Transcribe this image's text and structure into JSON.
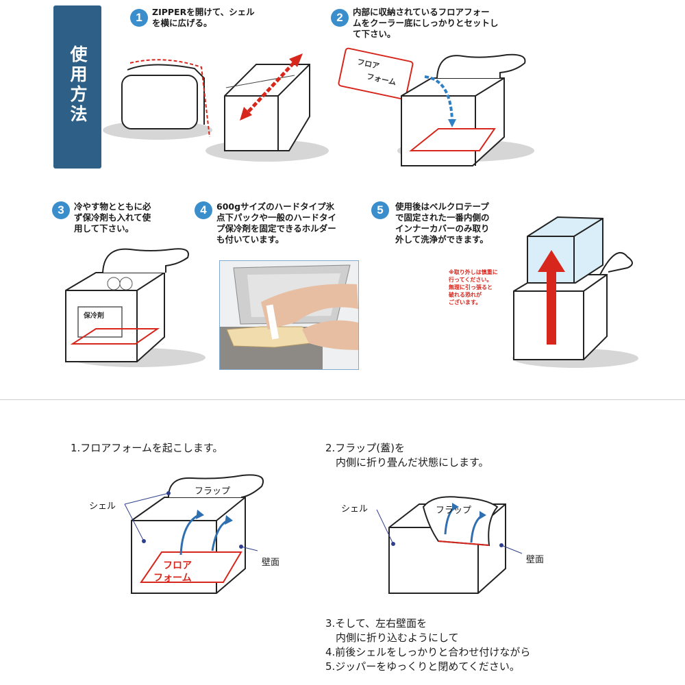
{
  "title": "使用方法",
  "steps": [
    {
      "num": "1",
      "text": "ZIPPERを開けて、シェル\nを横に広げる。"
    },
    {
      "num": "2",
      "text": "内部に収納されているフロアフォー\nムをクーラー底にしっかりとセットし\nて下さい。"
    },
    {
      "num": "3",
      "text": "冷やす物とともに必\nず保冷剤も入れて使\n用して下さい。"
    },
    {
      "num": "4",
      "text": "600gサイズのハードタイプ氷\n点下パックや一般のハードタイ\nプ保冷剤を固定できるホルダー\nも付いています。"
    },
    {
      "num": "5",
      "text": "使用後はベルクロテープ\nで固定された一番内側の\nインナーカバーのみ取り\n外して洗浄ができます。"
    }
  ],
  "floor_label": "フロア\nフォーム",
  "cold_pack_label": "保冷剤",
  "warning_note": "※取り外しは慎重に\n行ってください。\n無理に引っ張ると\n破れる恐れが\nございます。",
  "fold": {
    "step1": "1.フロアフォームを起こします。",
    "step2": "2.フラップ(蓋)を\n　内側に折り畳んだ状態にします。",
    "steps_rest": "3.そして、左右壁面を\n　内側に折り込むようにして\n4.前後シェルをしっかりと合わせ付けながら\n5.ジッパーをゆっくりと閉めてください。",
    "label_shell": "シェル",
    "label_flap": "フラップ",
    "label_wall": "壁面",
    "floor_label": "フロア\nフォーム"
  },
  "colors": {
    "tab": "#2e5f86",
    "badge": "#3a8ecb",
    "red": "#d7261c",
    "arrow_blue": "#2f7fc4"
  }
}
